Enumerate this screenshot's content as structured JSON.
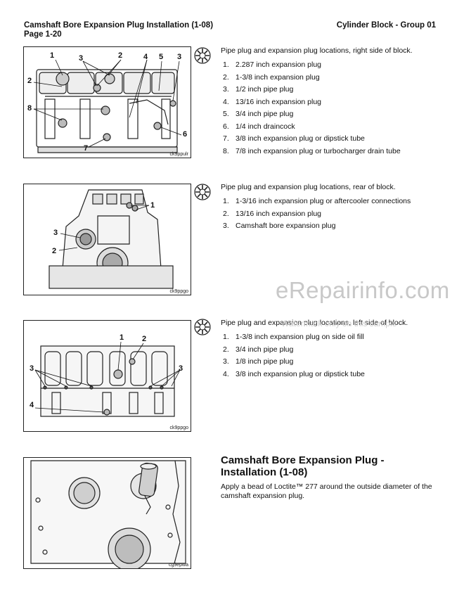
{
  "header": {
    "title": "Camshaft Bore Expansion Plug Installation (1-08)",
    "page": "Page 1-20",
    "group": "Cylinder Block - Group 01"
  },
  "figures": [
    {
      "code": "ck9ppulr",
      "callouts": [
        "1",
        "3",
        "2",
        "4",
        "5",
        "3",
        "2",
        "8",
        "7",
        "6"
      ]
    },
    {
      "code": "ck9ppgo",
      "callouts": [
        "1",
        "3",
        "2"
      ]
    },
    {
      "code": "ck9ppgo",
      "callouts": [
        "1",
        "2",
        "3",
        "3",
        "4"
      ]
    },
    {
      "code": "cg9epwa",
      "callouts": []
    }
  ],
  "sections": [
    {
      "intro": "Pipe plug and expansion plug locations, right side of block.",
      "items": [
        {
          "n": "1.",
          "text": "2.287 inch expansion plug"
        },
        {
          "n": "2.",
          "text": "1-3/8 inch expansion plug"
        },
        {
          "n": "3.",
          "text": "1/2 inch pipe plug"
        },
        {
          "n": "4.",
          "text": "13/16 inch expansion plug"
        },
        {
          "n": "5.",
          "text": "3/4 inch pipe plug"
        },
        {
          "n": "6.",
          "text": "1/4 inch draincock"
        },
        {
          "n": "7.",
          "text": "3/8 inch expansion plug or dipstick tube"
        },
        {
          "n": "8.",
          "text": "7/8 inch expansion plug or turbocharger drain tube"
        }
      ]
    },
    {
      "intro": "Pipe plug and expansion plug locations, rear of block.",
      "items": [
        {
          "n": "1.",
          "text": "1-3/16 inch expansion plug or aftercooler connections"
        },
        {
          "n": "2.",
          "text": "13/16 inch expansion plug"
        },
        {
          "n": "3.",
          "text": "Camshaft bore expansion plug"
        }
      ]
    },
    {
      "intro": "Pipe plug and expansion plug locations, left side of block.",
      "items": [
        {
          "n": "1.",
          "text": "1-3/8 inch expansion plug on side oil fill"
        },
        {
          "n": "2.",
          "text": "3/4 inch pipe plug"
        },
        {
          "n": "3.",
          "text": "1/8 inch pipe plug"
        },
        {
          "n": "4.",
          "text": "3/8 inch expansion plug or dipstick tube"
        }
      ]
    }
  ],
  "install": {
    "title": "Camshaft Bore Expansion Plug - Installation (1-08)",
    "body": "Apply a bead of Loctite™ 277 around the outside diameter of the camshaft expansion plug."
  },
  "watermark": {
    "main": "eRepairinfo.com",
    "sub": "Watermark only on this sample"
  }
}
